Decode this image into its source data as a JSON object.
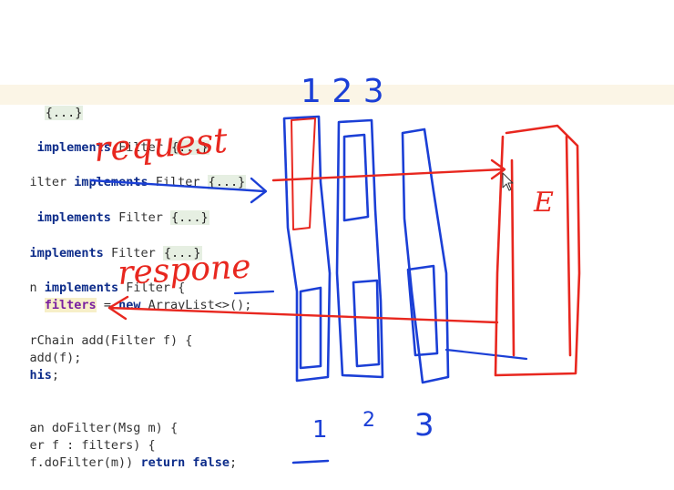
{
  "code": {
    "line1_fold": "{...}",
    "line2_kw": "implements",
    "line2_type": "Filter",
    "line2_fold": "{...}",
    "line3_prefix": "ilter",
    "line3_kw": "implements",
    "line3_type": "Filter",
    "line3_fold": "{...}",
    "line4_kw": "implements",
    "line4_type": "Filter",
    "line4_fold": "{...}",
    "line5_kw": "implements",
    "line5_type": "Filter",
    "line5_fold": "{...}",
    "line6_prefix": "n",
    "line6_kw": "implements",
    "line6_type": "Filter",
    "line6_brace": "{",
    "line7_field": "filters",
    "line7_eq": " = ",
    "line7_kw": "new",
    "line7_rest": " ArrayList<>();",
    "line8_text": "rChain add(Filter f) {",
    "line9_text": "add(f);",
    "line10_kw": "his",
    "line10_semi": ";",
    "line11_prefix": "an doFilter(Msg m) {",
    "line12_text": "er f : filters) {",
    "line13_text": "f.doFilter(m)) ",
    "line13_kw": "return false",
    "line13_semi": ";"
  },
  "annotations": {
    "request_label": "request",
    "response_label": "respone",
    "top_numbers": "1 2 3",
    "bottom_numbers": [
      "1",
      "2",
      "3"
    ],
    "server_glyph": "E",
    "request_color": "#e8271f",
    "chain_color": "#1b3fd6"
  }
}
